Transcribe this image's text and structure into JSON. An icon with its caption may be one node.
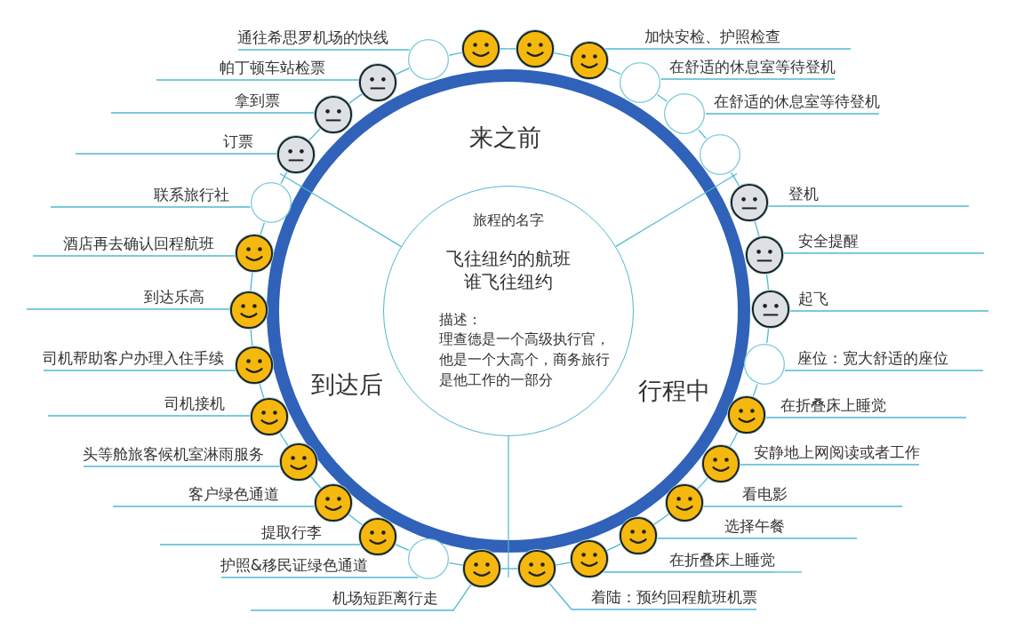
{
  "diagram": {
    "nodes": [
      {
        "text": [
          "旅程的名字",
          "飞往纽约的航班",
          "谁飞往纽约",
          "描述：",
          "理查德是一个高级执行官，他是一个大高个，商务旅行是他工作的一部分"
        ]
      },
      {
        "text": [],
        "shape": "circle"
      },
      {
        "text": [],
        "shape": "neutral"
      },
      {
        "text": [],
        "shape": "neutral"
      },
      {
        "text": [],
        "shape": "neutral"
      },
      {
        "text": [],
        "shape": "circle"
      },
      {
        "text": [],
        "shape": "smiley"
      },
      {
        "text": [],
        "shape": "smiley"
      },
      {
        "text": [],
        "shape": "smiley"
      },
      {
        "text": [],
        "shape": "circle"
      },
      {
        "text": [],
        "shape": "circle"
      },
      {
        "text": [],
        "shape": "circle"
      },
      {
        "text": [],
        "shape": "neutral"
      },
      {
        "text": [],
        "shape": "neutral"
      },
      {
        "text": [],
        "shape": "neutral"
      },
      {
        "text": [],
        "shape": "circle"
      },
      {
        "text": [],
        "shape": "smiley"
      },
      {
        "text": [],
        "shape": "smiley"
      },
      {
        "text": [],
        "shape": "smiley"
      },
      {
        "text": [],
        "shape": "smiley"
      },
      {
        "text": [],
        "shape": "smiley"
      },
      {
        "text": [],
        "shape": "smiley"
      },
      {
        "text": [],
        "shape": "smiley"
      },
      {
        "text": [],
        "shape": "circle"
      },
      {
        "text": [],
        "shape": "smiley"
      },
      {
        "text": [],
        "shape": "smiley"
      },
      {
        "text": [],
        "shape": "smiley"
      },
      {
        "text": [],
        "shape": "smiley"
      },
      {
        "text": [],
        "shape": "smiley"
      },
      {
        "text": [],
        "shape": "smiley"
      },
      {
        "text": [],
        "shape": "smiley"
      },
      {
        "text": [
          "联系旅行社"
        ]
      },
      {
        "text": [
          "订票"
        ]
      },
      {
        "text": [
          "拿到票"
        ]
      },
      {
        "text": [
          "帕丁顿车站检票"
        ]
      },
      {
        "text": [
          "通往希思罗机场的快线"
        ]
      },
      {
        "text": [
          "加快安检、护照检查"
        ]
      },
      {
        "text": [
          "在舒适的休息室等待登机"
        ]
      },
      {
        "text": [
          "在舒适的休息室等待登机"
        ]
      },
      {
        "text": [
          "登机"
        ]
      },
      {
        "text": [
          "安全提醒"
        ]
      },
      {
        "text": [
          "起飞"
        ]
      },
      {
        "text": [
          "座位：宽大舒适的座位"
        ]
      },
      {
        "text": [
          "在折叠床上睡觉"
        ]
      },
      {
        "text": [
          "安静地上网阅读或者工作"
        ]
      },
      {
        "text": [
          "看电影"
        ]
      },
      {
        "text": [
          "选择午餐"
        ]
      },
      {
        "text": [
          "在折叠床上睡觉"
        ]
      },
      {
        "text": [
          "着陆：预约回程航班机票"
        ]
      },
      {
        "text": [
          "机场短距离行走"
        ]
      },
      {
        "text": [
          "护照&移民证绿色通道"
        ]
      },
      {
        "text": [
          "提取行李"
        ]
      },
      {
        "text": [
          "客户绿色通道"
        ]
      },
      {
        "text": [
          "头等舱旅客候机室淋雨服务"
        ]
      },
      {
        "text": [
          "司机接机"
        ]
      },
      {
        "text": [
          "司机帮助客户办理入住手续"
        ]
      },
      {
        "text": [
          "到达乐高"
        ]
      },
      {
        "text": [
          "酒店再去确认回程航班"
        ]
      }
    ],
    "edges": [
      {
        "from": 1,
        "to": 2,
        "arrow": "none"
      },
      {
        "from": 2,
        "to": 3,
        "arrow": "none"
      },
      {
        "from": 3,
        "to": 4,
        "arrow": "none"
      },
      {
        "from": 4,
        "to": 5,
        "arrow": "none"
      },
      {
        "from": 5,
        "to": 6,
        "arrow": "none"
      },
      {
        "from": 6,
        "to": 7,
        "arrow": "none"
      },
      {
        "from": 7,
        "to": 8,
        "arrow": "none"
      },
      {
        "from": 8,
        "to": 9,
        "arrow": "none"
      },
      {
        "from": 9,
        "to": 10,
        "arrow": "none"
      },
      {
        "from": 10,
        "to": 11,
        "arrow": "none"
      },
      {
        "from": 11,
        "to": 12,
        "arrow": "none"
      },
      {
        "from": 12,
        "to": 13,
        "arrow": "none"
      },
      {
        "from": 13,
        "to": 14,
        "arrow": "none"
      },
      {
        "from": 14,
        "to": 15,
        "arrow": "none"
      },
      {
        "from": 15,
        "to": 16,
        "arrow": "none"
      },
      {
        "from": 16,
        "to": 17,
        "arrow": "none"
      },
      {
        "from": 17,
        "to": 18,
        "arrow": "none"
      },
      {
        "from": 18,
        "to": 19,
        "arrow": "none"
      },
      {
        "from": 19,
        "to": 20,
        "arrow": "none"
      },
      {
        "from": 20,
        "to": 21,
        "arrow": "none"
      },
      {
        "from": 21,
        "to": 22,
        "arrow": "none"
      },
      {
        "from": 22,
        "to": 23,
        "arrow": "none"
      },
      {
        "from": 23,
        "to": 24,
        "arrow": "none"
      },
      {
        "from": 24,
        "to": 25,
        "arrow": "none"
      },
      {
        "from": 25,
        "to": 26,
        "arrow": "none"
      },
      {
        "from": 26,
        "to": 27,
        "arrow": "none"
      },
      {
        "from": 27,
        "to": 28,
        "arrow": "none"
      },
      {
        "from": 28,
        "to": 29,
        "arrow": "none"
      },
      {
        "from": 29,
        "to": 30,
        "arrow": "none"
      },
      {
        "from": 30,
        "to": 1,
        "arrow": "none"
      },
      {
        "from": 31,
        "to": 1,
        "arrow": "none"
      },
      {
        "from": 32,
        "to": 2,
        "arrow": "none"
      },
      {
        "from": 33,
        "to": 3,
        "arrow": "none"
      },
      {
        "from": 34,
        "to": 4,
        "arrow": "none"
      },
      {
        "from": 35,
        "to": 5,
        "arrow": "none"
      },
      {
        "from": 36,
        "to": 8,
        "arrow": "none"
      },
      {
        "from": 37,
        "to": 9,
        "arrow": "none"
      },
      {
        "from": 38,
        "to": 10,
        "arrow": "none"
      },
      {
        "from": 39,
        "to": 12,
        "arrow": "none"
      },
      {
        "from": 40,
        "to": 13,
        "arrow": "none"
      },
      {
        "from": 41,
        "to": 14,
        "arrow": "none"
      },
      {
        "from": 42,
        "to": 15,
        "arrow": "none"
      },
      {
        "from": 43,
        "to": 16,
        "arrow": "none"
      },
      {
        "from": 44,
        "to": 17,
        "arrow": "none"
      },
      {
        "from": 45,
        "to": 18,
        "arrow": "none"
      },
      {
        "from": 46,
        "to": 19,
        "arrow": "none"
      },
      {
        "from": 47,
        "to": 20,
        "arrow": "none"
      },
      {
        "from": 48,
        "to": 21,
        "arrow": "none"
      },
      {
        "from": 49,
        "to": 22,
        "arrow": "none"
      },
      {
        "from": 50,
        "to": 23,
        "arrow": "none"
      },
      {
        "from": 51,
        "to": 24,
        "arrow": "none"
      },
      {
        "from": 52,
        "to": 25,
        "arrow": "none"
      },
      {
        "from": 53,
        "to": 26,
        "arrow": "none"
      },
      {
        "from": 54,
        "to": 27,
        "arrow": "none"
      },
      {
        "from": 55,
        "to": 28,
        "arrow": "none"
      },
      {
        "from": 56,
        "to": 29,
        "arrow": "none"
      },
      {
        "from": 57,
        "to": 30,
        "arrow": "none"
      }
    ],
    "labels": [
      "来之前",
      "行程中",
      "到达后"
    ]
  }
}
